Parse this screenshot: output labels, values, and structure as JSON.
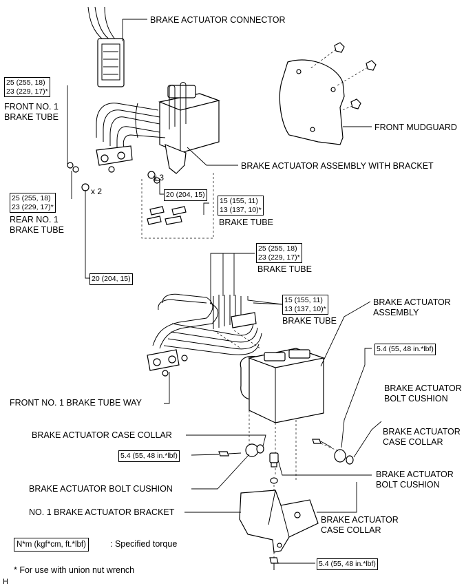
{
  "labels": {
    "connector": "BRAKE ACTUATOR CONNECTOR",
    "mudguard": "FRONT MUDGUARD",
    "assembly_bracket": "BRAKE ACTUATOR ASSEMBLY WITH BRACKET",
    "front_no1_tube": [
      "FRONT NO. 1",
      "BRAKE TUBE"
    ],
    "rear_no1_tube": [
      "REAR NO. 1",
      "BRAKE TUBE"
    ],
    "brake_tube_1": "BRAKE TUBE",
    "brake_tube_2": "BRAKE TUBE",
    "brake_tube_3": "BRAKE TUBE",
    "actuator_assembly": [
      "BRAKE ACTUATOR",
      "ASSEMBLY"
    ],
    "bolt_cushion_right_top": [
      "BRAKE ACTUATOR",
      "BOLT CUSHION"
    ],
    "case_collar_right": [
      "BRAKE ACTUATOR",
      "CASE COLLAR"
    ],
    "bolt_cushion_right_low": [
      "BRAKE ACTUATOR",
      "BOLT CUSHION"
    ],
    "case_collar_right_low": [
      "BRAKE ACTUATOR",
      "CASE COLLAR"
    ],
    "tube_way": "FRONT NO. 1 BRAKE TUBE WAY",
    "case_collar_left": "BRAKE ACTUATOR CASE COLLAR",
    "bolt_cushion_left": "BRAKE ACTUATOR BOLT CUSHION",
    "bracket": "NO. 1 BRAKE ACTUATOR BRACKET"
  },
  "multipliers": {
    "x3": "x 3",
    "x2": "x 2"
  },
  "torques": {
    "t_front_tube": [
      "25 (255, 18)",
      "23 (229, 17)*"
    ],
    "t_rear_tube": [
      "25 (255, 18)",
      "23 (229, 17)*"
    ],
    "t_20_a": [
      "20 (204, 15)"
    ],
    "t_15_a": [
      "15 (155, 11)",
      "13 (137, 10)*"
    ],
    "t_20_b": [
      "20 (204, 15)"
    ],
    "t_25_b": [
      "25 (255, 18)",
      "23 (229, 17)*"
    ],
    "t_15_b": [
      "15 (155, 11)",
      "13 (137, 10)*"
    ],
    "t_54_a": [
      "5.4 (55, 48 in.*lbf)"
    ],
    "t_54_b": [
      "5.4 (55, 48 in.*lbf)"
    ],
    "t_54_c": [
      "5.4 (55, 48 in.*lbf)"
    ]
  },
  "legend": {
    "unit_box": "N*m (kgf*cm, ft.*lbf)",
    "unit_text": ": Specified torque",
    "footnote": "* For use with union nut wrench",
    "corner_mark": "H"
  }
}
